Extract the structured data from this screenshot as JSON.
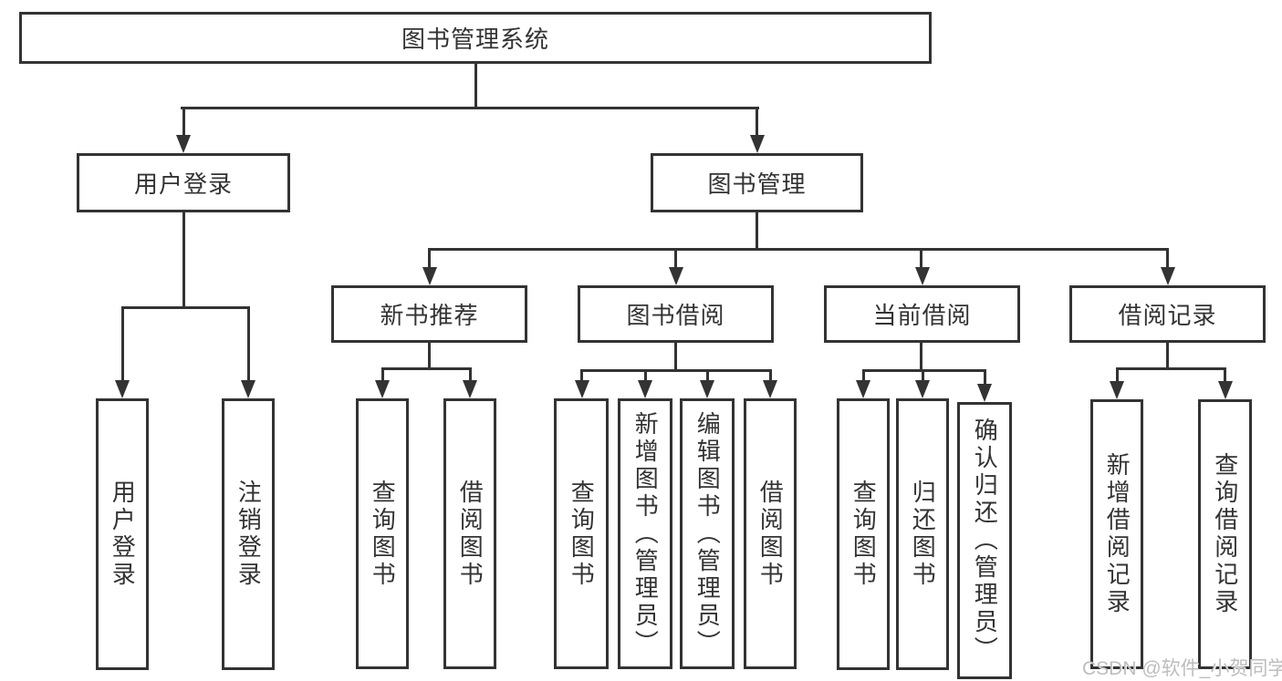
{
  "root": {
    "label": "图书管理系统"
  },
  "level2": [
    {
      "label": "用户登录"
    },
    {
      "label": "图书管理"
    }
  ],
  "level3": [
    {
      "label": "新书推荐"
    },
    {
      "label": "图书借阅"
    },
    {
      "label": "当前借阅"
    },
    {
      "label": "借阅记录"
    }
  ],
  "leaves": {
    "user_login": [
      {
        "label": "用户登录"
      },
      {
        "label": "注销登录"
      }
    ],
    "new_book_recommend": [
      {
        "label": "查询图书"
      },
      {
        "label": "借阅图书"
      }
    ],
    "book_borrow": [
      {
        "label": "查询图书"
      },
      {
        "label": "新增图书（管理员）"
      },
      {
        "label": "编辑图书（管理员）"
      },
      {
        "label": "借阅图书"
      }
    ],
    "current_borrow": [
      {
        "label": "查询图书"
      },
      {
        "label": "归还图书"
      },
      {
        "label": "确认归还（管理员）"
      }
    ],
    "borrow_record": [
      {
        "label": "新增借阅记录"
      },
      {
        "label": "查询借阅记录"
      }
    ]
  },
  "watermark": {
    "label": "CSDN @软件_小贺同学"
  },
  "colors": {
    "line": "#333333",
    "text": "#333333",
    "background": "#ffffff",
    "watermark": "#bdbdbd"
  }
}
